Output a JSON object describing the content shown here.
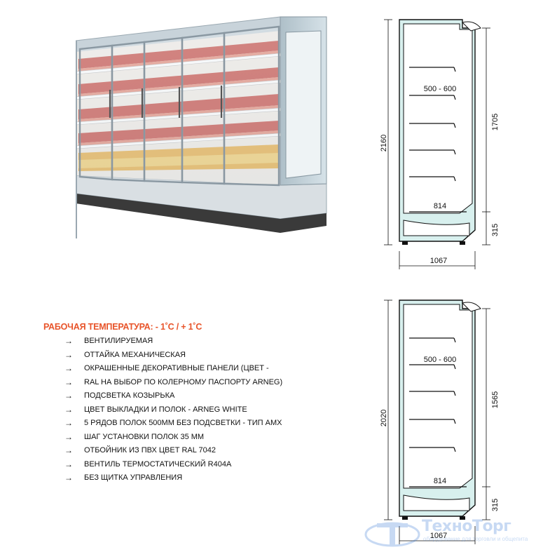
{
  "drawings": {
    "top": {
      "height_total": "2160",
      "height_inner": "1705",
      "base_height": "315",
      "shelf_pitch": "500 - 600",
      "shelf_depth": "814",
      "width": "1067"
    },
    "bottom": {
      "height_total": "2020",
      "height_inner": "1565",
      "base_height": "315",
      "shelf_pitch": "500 - 600",
      "shelf_depth": "814",
      "width": "1067"
    }
  },
  "specs": {
    "heading": "РАБОЧАЯ ТЕМПЕРАТУРА: - 1˚С / + 1˚С",
    "arrow": "→",
    "items": [
      "ВЕНТИЛИРУЕМАЯ",
      "ОТТАЙКА МЕХАНИЧЕСКАЯ",
      "ОКРАШЕННЫЕ ДЕКОРАТИВНЫЕ ПАНЕЛИ (ЦВЕТ -",
      "RAL НА ВЫБОР ПО КОЛЕРНОМУ ПАСПОРТУ ARNEG)",
      "ПОДСВЕТКА КОЗЫРЬКА",
      "ЦВЕТ ВЫКЛАДКИ И ПОЛОК - ARNEG WHITE",
      "5 РЯДОВ ПОЛОК 500ММ БЕЗ ПОДСВЕТКИ - ТИП AMX",
      "ШАГ УСТАНОВКИ ПОЛОК 35 ММ",
      "ОТБОЙНИК ИЗ ПВХ ЦВЕТ RAL 7042",
      "ВЕНТИЛЬ ТЕРМОСТАТИЧЕСКИЙ R404A",
      "БЕЗ ЩИТКА УПРАВЛЕНИЯ"
    ]
  },
  "watermark": {
    "title": "ТехноТорг",
    "subtitle": "оборудование для торговли и общепита"
  },
  "colors": {
    "heading": "#e8542a",
    "cabinet_fill": "#d8f0ee",
    "cabinet_stroke": "#111111",
    "watermark": "#3a7bd5"
  }
}
